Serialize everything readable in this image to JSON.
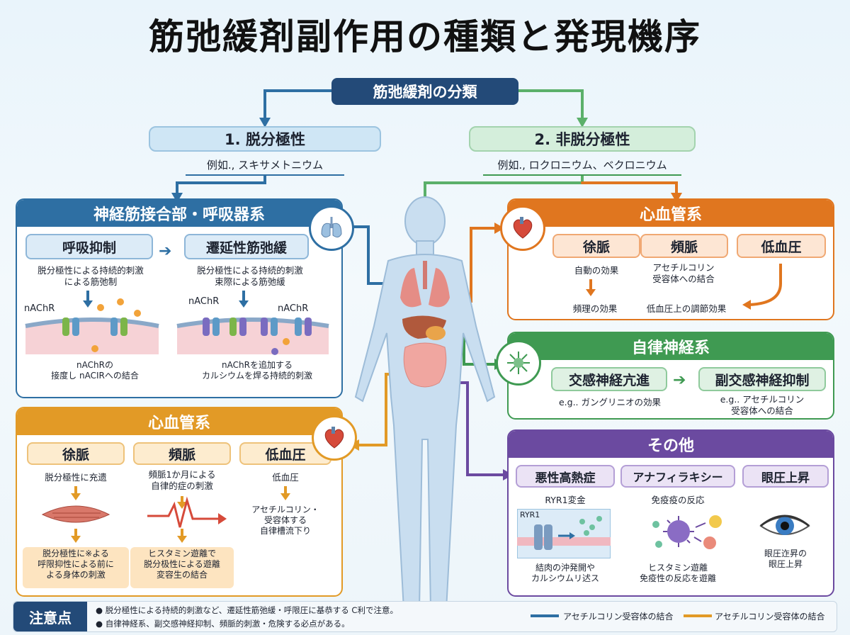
{
  "title": "筋弛緩剤副作用の種類と発現機序",
  "classification": {
    "label": "筋弛緩剤の分類",
    "left": {
      "name": "1. 脱分極性",
      "example": "例如., スキサメトニウム"
    },
    "right": {
      "name": "2. 非脱分極性",
      "example": "例如., ロクロニウム、ベクロニウム"
    }
  },
  "neuro": {
    "header": "神経筋接合部・呼吸器系",
    "box1": "呼吸抑制",
    "box1_desc": "脱分極性による持続的刺激\nによる筋弛制",
    "box2": "遷延性筋弛緩",
    "box2_desc": "脱分極性による持続的刺激\n束際による筋弛緩",
    "nachr_label1": "nAChR",
    "nachr_label2": "nAChR",
    "nachr_label3": "nAChR",
    "cap1": "nAChRの\n接度し nACIRへの結合",
    "cap2": "nAChRを追加する\nカルシウムを焊る持続的刺激"
  },
  "cardio_left": {
    "header": "心血管系",
    "c1": {
      "title": "徐脈",
      "desc": "脱分極性に充遗",
      "result": "脱分極性に※よる\n呼限抑性による前に\nよる身体の刺激"
    },
    "c2": {
      "title": "頻脈",
      "desc": "頻脈1か月による\n自律的症の刺激",
      "result": "ヒスタミン遊離で\n脱分极性による遊離\n変容生の結合"
    },
    "c3": {
      "title": "低血圧",
      "desc": "低血圧",
      "result": "アセチルコリン・\n受容体する\n自律槽流下り"
    }
  },
  "cardio_right": {
    "header": "心血管系",
    "c1": {
      "title": "徐脈",
      "desc": "自動の効果",
      "result": "頻理の効果"
    },
    "c2": {
      "title": "頻脈",
      "desc": "アセチルコリン\n受容体への結合",
      "result": "低血圧上の調節効果"
    },
    "c3": {
      "title": "低血圧"
    }
  },
  "autonomic": {
    "header": "自律神経系",
    "b1": "交感神経亢進",
    "b1_desc": "e.g.. ガングリニオの効果",
    "b2": "副交感神経抑制",
    "b2_desc": "e.g.. アセチルコリン\n受容体への結合"
  },
  "other": {
    "header": "その他",
    "c1": {
      "title": "悪性高熱症",
      "desc": "RYR1変金",
      "tag": "RYR1",
      "result": "結肉の沖発開や\nカルシウムリ迖ス"
    },
    "c2": {
      "title": "アナフィラキシー",
      "desc": "免疫疫の反応",
      "result": "ヒスタミン遊離\n免疫性の反応を遊離"
    },
    "c3": {
      "title": "眼圧上昇",
      "result": "眼圧迮昇の\n眼圧上昇"
    }
  },
  "footer": {
    "label": "注意点",
    "note1": "● 脱分極性による持続的刺激など、遷延性筋弛緩・呼限圧に基恭する C利で注意。",
    "note2": "● 自律神経系、副交感神経抑制、頻脈的刺激・危険する必点がある。",
    "legend1": "アセチルコリン受容体の結合",
    "legend2": "アセチルコリン受容体の結合"
  },
  "colors": {
    "blue": "#2e6fa3",
    "green": "#3f9a52",
    "orange": "#e0761f",
    "gold": "#e29a26",
    "purple": "#6b4aa0",
    "navy": "#1f3e66"
  }
}
